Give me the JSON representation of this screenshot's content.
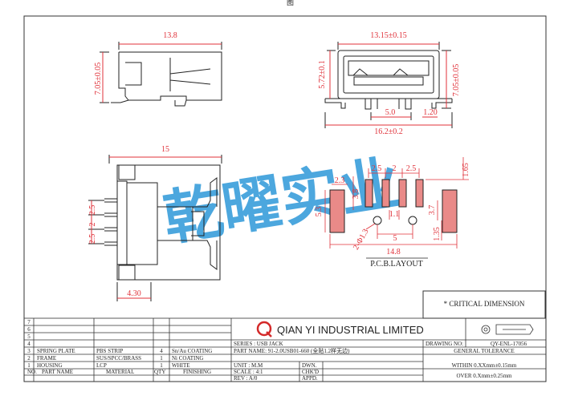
{
  "drawing": {
    "top_marker": "图",
    "side_view": {
      "width_dim": "13.8",
      "height_dim": "7.05±0.05"
    },
    "front_view": {
      "width_dim": "13.15±0.15",
      "height_left_dim": "5.72±0.1",
      "height_right_dim": "7.05±0.05",
      "pin_pitch_dim": "5.0",
      "pin_offset_dim": "1.20",
      "total_width_dim": "16.2±0.2"
    },
    "top_view": {
      "length_dim": "15",
      "pitch_top": "2.5",
      "pitch_mid": "2",
      "pitch_bottom": "2.5",
      "flange_dim": "4.30"
    },
    "pcb_layout": {
      "label": "P.C.B.LAYOUT",
      "pad_pitch_1": "2.5",
      "pad_pitch_2": "2",
      "pad_pitch_3": "2.5",
      "dim_165": "1.65",
      "dim_23": "2.3",
      "dim_38": "3.8",
      "dim_53": "5.3",
      "dim_11": "1.1",
      "dim_37": "3.7",
      "hole_dim": "2-Φ1.3",
      "hole_pitch": "5",
      "dim_135": "1.35",
      "total_width": "14.8"
    },
    "watermark": "乾曜实业"
  },
  "critical_note": "* CRITICAL DIMENSION",
  "title_block": {
    "company": "QIAN YI INDUSTRIAL LIMITED",
    "revision_rows": [
      "7",
      "6",
      "5",
      "4"
    ],
    "bom": [
      {
        "no": "3",
        "part": "SPRING PLATE",
        "material": "PBS STRIP",
        "qty": "4",
        "finishing": "Sn/Au COATING"
      },
      {
        "no": "2",
        "part": "FRAME",
        "material": "SUS/SPCC/BRASS",
        "qty": "1",
        "finishing": "Ni COATING"
      },
      {
        "no": "1",
        "part": "HOUSING",
        "material": "LCP",
        "qty": "1",
        "finishing": "WHITE"
      }
    ],
    "bom_header": {
      "no": "NO.",
      "part": "PART NAME",
      "material": "MATERIAL",
      "qty": "QTY",
      "finishing": "FINISHING"
    },
    "series": "SERIES : USB JACK",
    "part_name": "PART NAME: 91-2.0USB01-660 (全贴1.2样无边)",
    "unit": "UNIT : M.M",
    "scale": "SCALE : 4:1",
    "rev": "REV : A/0",
    "dwn": "DWN.",
    "chkd": "CHK'D",
    "appd": "APPD.",
    "drawing_no": "DRAWING NO:",
    "drawing_no_value": "QY-ENL-17056",
    "general_tolerance": "GENERAL TOLERANCE",
    "tol_within": "WITHIN 0.XXmm±0.15mm",
    "tol_over": "OVER   0.Xmm±0.25mm"
  }
}
